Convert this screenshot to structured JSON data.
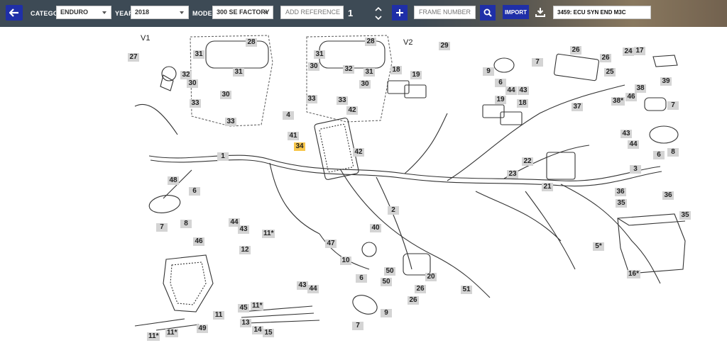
{
  "toolbar": {
    "category_label": "CATEGORY",
    "category_value": "ENDURO",
    "year_label": "YEAR",
    "year_value": "2018",
    "model_label": "MODEL",
    "model_value": "300 SE FACTORY",
    "reference_placeholder": "ADD REFERENCE",
    "quantity": "1",
    "frame_placeholder": "FRAME NUMBER",
    "import_label": "IMPORT",
    "document_value": "3459: ECU SYN END M3C"
  },
  "colors": {
    "toolbar_bg": "#3d4a55",
    "button_blue": "#1f2fa8",
    "callout_bg": "#d4d4d4",
    "callout_highlight": "#f7c64a"
  },
  "diagram": {
    "variants": [
      "V1",
      "V2"
    ],
    "callouts": [
      {
        "label": "27"
      },
      {
        "label": "31"
      },
      {
        "label": "28"
      },
      {
        "label": "32"
      },
      {
        "label": "31"
      },
      {
        "label": "30"
      },
      {
        "label": "30"
      },
      {
        "label": "33"
      },
      {
        "label": "33"
      },
      {
        "label": "4"
      },
      {
        "label": "31"
      },
      {
        "label": "28"
      },
      {
        "label": "30"
      },
      {
        "label": "32"
      },
      {
        "label": "31"
      },
      {
        "label": "30"
      },
      {
        "label": "33"
      },
      {
        "label": "33"
      },
      {
        "label": "42"
      },
      {
        "label": "41"
      },
      {
        "label": "34"
      },
      {
        "label": "42"
      },
      {
        "label": "29"
      },
      {
        "label": "18"
      },
      {
        "label": "19"
      },
      {
        "label": "9"
      },
      {
        "label": "7"
      },
      {
        "label": "6"
      },
      {
        "label": "44"
      },
      {
        "label": "43"
      },
      {
        "label": "26"
      },
      {
        "label": "26"
      },
      {
        "label": "25"
      },
      {
        "label": "24"
      },
      {
        "label": "17"
      },
      {
        "label": "39"
      },
      {
        "label": "19"
      },
      {
        "label": "18"
      },
      {
        "label": "37"
      },
      {
        "label": "38"
      },
      {
        "label": "46"
      },
      {
        "label": "38*"
      },
      {
        "label": "7"
      },
      {
        "label": "43"
      },
      {
        "label": "44"
      },
      {
        "label": "6"
      },
      {
        "label": "8"
      },
      {
        "label": "1"
      },
      {
        "label": "48"
      },
      {
        "label": "6"
      },
      {
        "label": "7"
      },
      {
        "label": "8"
      },
      {
        "label": "46"
      },
      {
        "label": "44"
      },
      {
        "label": "43"
      },
      {
        "label": "11*"
      },
      {
        "label": "12"
      },
      {
        "label": "47"
      },
      {
        "label": "40"
      },
      {
        "label": "10"
      },
      {
        "label": "2"
      },
      {
        "label": "22"
      },
      {
        "label": "23"
      },
      {
        "label": "21"
      },
      {
        "label": "3"
      },
      {
        "label": "36"
      },
      {
        "label": "35"
      },
      {
        "label": "36"
      },
      {
        "label": "35"
      },
      {
        "label": "5*"
      },
      {
        "label": "16*"
      },
      {
        "label": "50"
      },
      {
        "label": "20"
      },
      {
        "label": "50"
      },
      {
        "label": "26"
      },
      {
        "label": "26"
      },
      {
        "label": "51"
      },
      {
        "label": "6"
      },
      {
        "label": "43"
      },
      {
        "label": "44"
      },
      {
        "label": "45"
      },
      {
        "label": "11*"
      },
      {
        "label": "11"
      },
      {
        "label": "9"
      },
      {
        "label": "7"
      },
      {
        "label": "13"
      },
      {
        "label": "14"
      },
      {
        "label": "15"
      },
      {
        "label": "49"
      },
      {
        "label": "11*"
      },
      {
        "label": "11*"
      }
    ]
  }
}
